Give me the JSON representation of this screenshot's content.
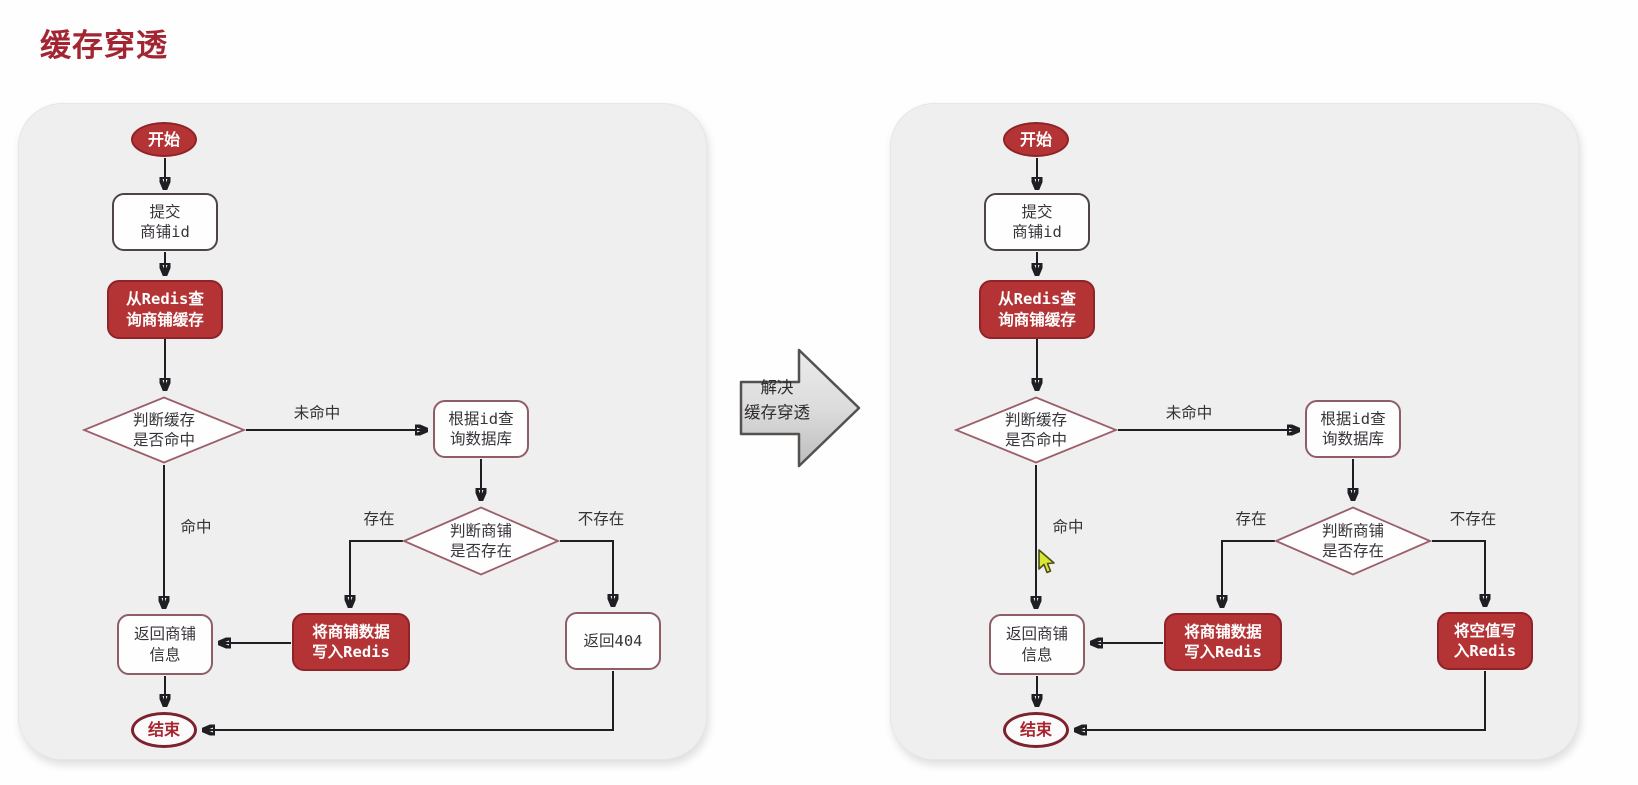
{
  "page_title": "缓存穿透",
  "transition": {
    "label": "解决\n缓存穿透"
  },
  "colors": {
    "title_red": "#a32531",
    "node_red_fill": "#b43335",
    "node_red_border": "#8f2327",
    "white_node_border": "#8f5d66",
    "diamond_border": "#9b5f6a",
    "end_node_border": "#7d222c",
    "arrow_stroke": "#1f1f23",
    "panel_background": "#efeff0",
    "cursor_fill": "#d8e636"
  },
  "charts": [
    {
      "nodes": {
        "start": "开始",
        "submit": "提交\n商铺id",
        "query_cache": "从Redis查\n询商铺缓存",
        "check_hit": "判断缓存\n是否命中",
        "query_db": "根据id查\n询数据库",
        "check_exist": "判断商铺\n是否存在",
        "return_shop": "返回商铺\n信息",
        "write_cache": "将商铺数据\n写入Redis",
        "not_exist_result": "返回404",
        "end": "结束"
      },
      "labels": {
        "miss": "未命中",
        "hit": "命中",
        "exist": "存在",
        "not_exist": "不存在"
      }
    },
    {
      "nodes": {
        "start": "开始",
        "submit": "提交\n商铺id",
        "query_cache": "从Redis查\n询商铺缓存",
        "check_hit": "判断缓存\n是否命中",
        "query_db": "根据id查\n询数据库",
        "check_exist": "判断商铺\n是否存在",
        "return_shop": "返回商铺\n信息",
        "write_cache": "将商铺数据\n写入Redis",
        "not_exist_result": "将空值写\n入Redis",
        "end": "结束"
      },
      "labels": {
        "miss": "未命中",
        "hit": "命中",
        "exist": "存在",
        "not_exist": "不存在"
      }
    }
  ]
}
